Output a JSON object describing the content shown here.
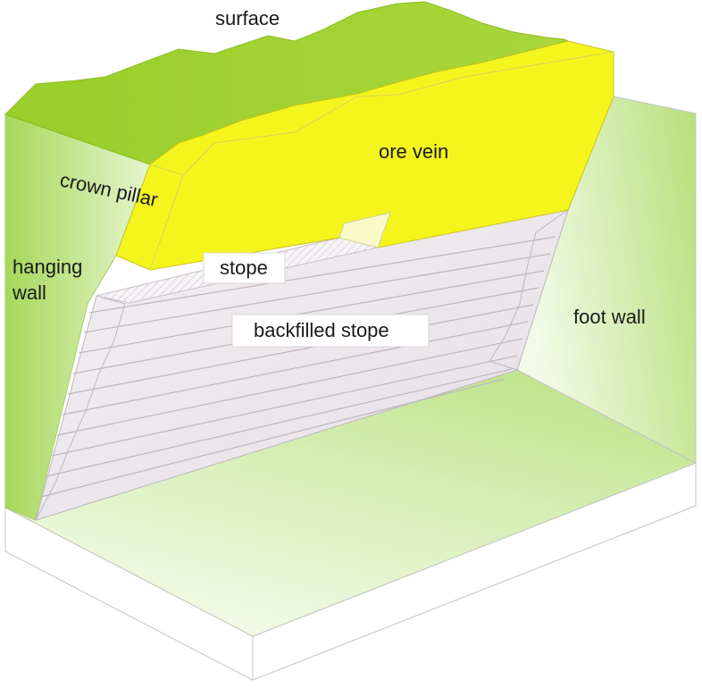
{
  "labels": {
    "surface": "surface",
    "ore_vein": "ore vein",
    "crown_pillar": "crown pillar",
    "hanging_wall_line1": "hanging",
    "hanging_wall_line2": "wall",
    "stope": "stope",
    "backfilled_stope": "backfilled stope",
    "foot_wall": "foot wall"
  },
  "colors": {
    "surface_green": "#9dd12c",
    "ore_vein_yellow": "#f5f51e",
    "backfill": "#ece7ec",
    "hanging_wall_green": "#b3de6e",
    "foot_wall_green": "#c9e99a",
    "floor_green": "#d4ecaa",
    "base_block": "#ffffff"
  },
  "backfill_layers_visible": 10
}
